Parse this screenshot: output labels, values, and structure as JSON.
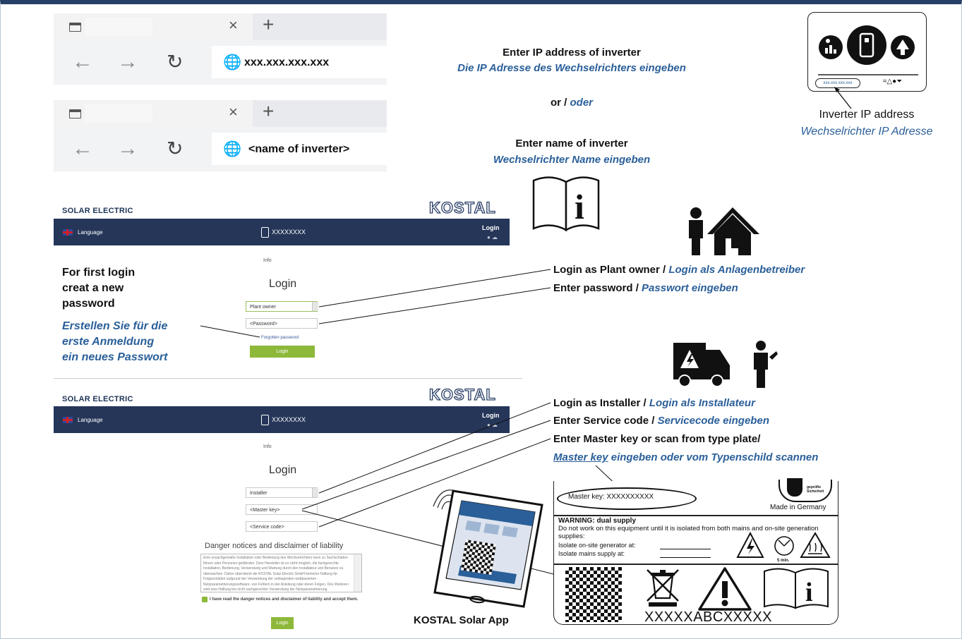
{
  "browser": {
    "ip_url": "xxx.xxx.xxx.xxx",
    "name_url": "<name of inverter>",
    "close_glyph": "×",
    "plus_glyph": "+"
  },
  "instructions": {
    "enter_ip_en": "Enter IP address of inverter",
    "enter_ip_de": "Die IP Adresse des Wechselrichters eingeben",
    "or_en": "or /",
    "or_de": "oder",
    "enter_name_en": "Enter name of inverter",
    "enter_name_de": "Wechselrichter Name eingeben"
  },
  "inverter_display": {
    "ip_pill": "xxx.xxx.xxx.xxx",
    "caption_en": "Inverter IP address",
    "caption_de": "Wechselrichter IP Adresse"
  },
  "kostal": {
    "brand": "SOLAR ELECTRIC",
    "logo": "KOSTAL",
    "language": "Language",
    "device": "XXXXXXXX",
    "login_top": "Login",
    "info": "Info",
    "login_title": "Login",
    "login_button": "Login"
  },
  "owner_form": {
    "role": "Plant owner",
    "password_placeholder": "<Password>",
    "forgotten": "Forgotten password"
  },
  "installer_form": {
    "role": "Installer",
    "master_key_placeholder": "<Master key>",
    "service_code_placeholder": "<Service code>",
    "danger_title": "Danger notices and disclaimer of liability",
    "danger_text": "Eine unsachgemäße Installation oder Bedienung des Wechselrichters kann zu Sachschäden führen oder Personen gefährden. Dem Hersteller ist es nicht möglich, die fachgerechte Installation, Bedienung, Verwendung und Wartung durch den Installateur und Benutzer zu überwachen. Daher übernimmt die KOSTAL Solar Electric GmbH keinerlei Haftung für Folgeschäden aufgrund der Verwendung der vorliegenden webbasierten Netzparametrierungssoftware, von Fehlern in der Anleitung oder deren Folgen. Des Weiteren wird eine Haftung bei nicht sachgerechter Verwendung der Netzparametrierung ausgeschlossen.",
    "accept": "I have read the danger notices and disclaimer of liability and accept them."
  },
  "first_login": {
    "en_1": "For first login",
    "en_2": "creat a new",
    "en_3": "password",
    "de_1": "Erstellen Sie für die",
    "de_2": "erste Anmeldung",
    "de_3": "ein neues Passwort"
  },
  "owner_steps": {
    "login_en": "Login as Plant owner /",
    "login_de": "Login als Anlagenbetreiber",
    "pw_en": "Enter password /",
    "pw_de": "Passwort eingeben"
  },
  "installer_steps": {
    "login_en": "Login as Installer /",
    "login_de": "Login als Installateur",
    "service_en": "Enter Service code /",
    "service_de": "Servicecode eingeben",
    "master_en": "Enter Master key or scan from type plate/",
    "master_de_1": "Master key",
    "master_de_2": " eingeben oder vom Typenschild scannen"
  },
  "type_plate": {
    "master_key": "Master key: XXXXXXXXXX",
    "made_in": "Made in Germany",
    "warning_title": "WARNING: dual supply",
    "warning_text": "Do not work on this equipment until it is isolated from both mains and on-site generation supplies:",
    "isolate_gen": "Isolate on-site generator at:",
    "isolate_mains": "Isolate mains supply at:",
    "five_min": "5 min.",
    "serial": "XXXXXABCXXXXX",
    "cert": "geprüfte Sicherheit"
  },
  "app": {
    "caption": "KOSTAL Solar App"
  },
  "colors": {
    "accent_blue": "#2a5f99",
    "navy": "#253659",
    "green": "#8db83a"
  }
}
